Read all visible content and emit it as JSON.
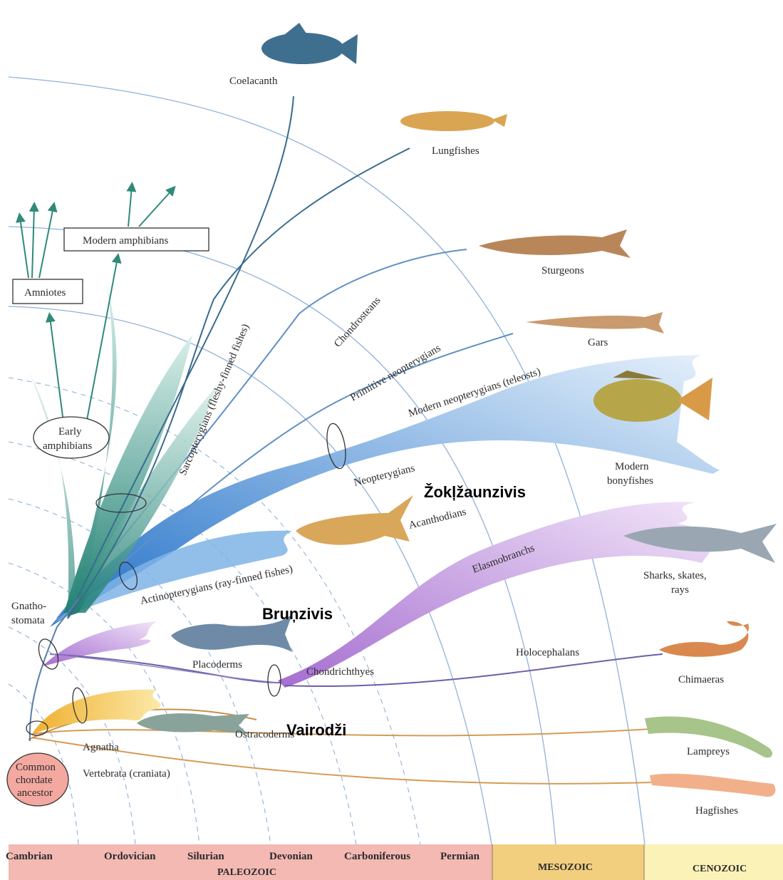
{
  "labels": {
    "coelacanth": "Coelacanth",
    "lungfishes": "Lungfishes",
    "sturgeons": "Sturgeons",
    "gars": "Gars",
    "modern_amphibians": "Modern amphibians",
    "amniotes": "Amniotes",
    "early_amphibians_1": "Early",
    "early_amphibians_2": "amphibians",
    "sarcopterygians": "Sarcopterygians (fleshy-finned fishes)",
    "chondrosteans": "Chondrosteans",
    "primitive_neopterygians": "Primitive neopterygians",
    "modern_neopterygians": "Modern neopterygians (teleosts)",
    "neopterygians": "Neopterygians",
    "modern_bonyfishes_1": "Modern",
    "modern_bonyfishes_2": "bonyfishes",
    "acanthodians": "Acanthodians",
    "actinopterygians": "Actinopterygians (ray-finned fishes)",
    "elasmobranchs": "Elasmobranchs",
    "sharks_1": "Sharks, skates,",
    "sharks_2": "rays",
    "gnathostomata_1": "Gnatho-",
    "gnathostomata_2": "stomata",
    "placoderms": "Placoderms",
    "chondrichthyes": "Chondrichthyes",
    "holocephalans": "Holocephalans",
    "chimaeras": "Chimaeras",
    "ostracoderms": "Ostracoderms",
    "agnatha": "Agnatha",
    "vertebrata": "Vertebrata (craniata)",
    "lampreys": "Lampreys",
    "hagfishes": "Hagfishes",
    "ancestor_1": "Common",
    "ancestor_2": "chordate",
    "ancestor_3": "ancestor"
  },
  "overlay": {
    "zoklzaunzivis": "Žokļžaunzivis",
    "brunzivis": "Bruņzivis",
    "vairodzi": "Vairodži"
  },
  "timeline": {
    "periods": [
      "Cambrian",
      "Ordovician",
      "Silurian",
      "Devonian",
      "Carboniferous",
      "Permian"
    ],
    "paleozoic": "PALEOZOIC",
    "mesozoic": "MESOZOIC",
    "cenozoic": "CENOZOIC"
  },
  "colors": {
    "paleozoic": "#f3b9b2",
    "mesozoic": "#f2cf7e",
    "cenozoic": "#fbf2b7",
    "amphibian_lineage": "#2f8a7a",
    "rayfin_lineage": "#4a8fd6",
    "cartilaginous_lineage": "#b77fd0",
    "jawless_lineage": "#d79a55",
    "ostracoderm_fan": "#f3c33d"
  }
}
